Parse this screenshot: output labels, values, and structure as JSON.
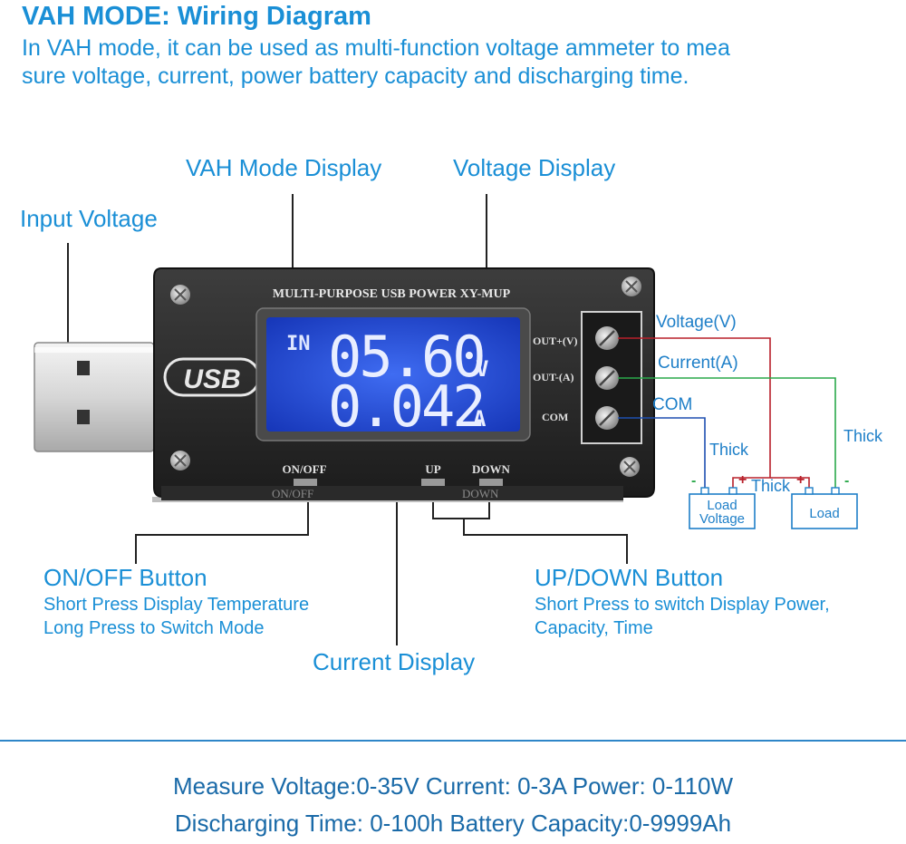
{
  "header": {
    "title": "VAH MODE: Wiring Diagram",
    "intro_line1": "In VAH mode, it can be used as multi-function voltage ammeter to mea",
    "intro_line2": "sure voltage, current, power battery capacity and discharging time."
  },
  "callouts": {
    "vah_mode_display": "VAH Mode Display",
    "voltage_display": "Voltage Display",
    "input_voltage": "Input Voltage",
    "current_display": "Current Display",
    "onoff_title": "ON/OFF Button",
    "onoff_line1": "Short Press Display Temperature",
    "onoff_line2": "Long Press to Switch Mode",
    "updown_title": "UP/DOWN Button",
    "updown_line1": "Short Press to switch Display Power,",
    "updown_line2": "Capacity, Time"
  },
  "device": {
    "header_text": "MULTI-PURPOSE USB POWER XY-MUP",
    "usb_logo": "USB",
    "lcd_in": "IN",
    "lcd_voltage": "05.60",
    "lcd_voltage_unit": "V",
    "lcd_current": "0.042",
    "lcd_current_unit": "A",
    "terminal_out_v": "OUT+(V)",
    "terminal_out_a": "OUT-(A)",
    "terminal_com": "COM",
    "btn_onoff": "ON/OFF",
    "btn_up": "UP",
    "btn_down": "DOWN",
    "ghost_onoff": "ON/OFF",
    "ghost_down": "DOWN"
  },
  "wiring": {
    "voltage_label": "Voltage(V)",
    "current_label": "Current(A)",
    "com_label": "COM",
    "thick_1": "Thick",
    "thick_2": "Thick",
    "thick_3": "Thick",
    "minus": "-",
    "plus": "+",
    "load_voltage_line1": "Load",
    "load_voltage_line2": "Voltage",
    "load_label": "Load",
    "colors": {
      "voltage": "#b8202a",
      "current": "#2aa84a",
      "com": "#1e4fb0"
    }
  },
  "specs": {
    "line1": "Measure Voltage:0-35V  Current: 0-3A  Power: 0-110W",
    "line2": "Discharging Time: 0-100h  Battery Capacity:0-9999Ah"
  }
}
